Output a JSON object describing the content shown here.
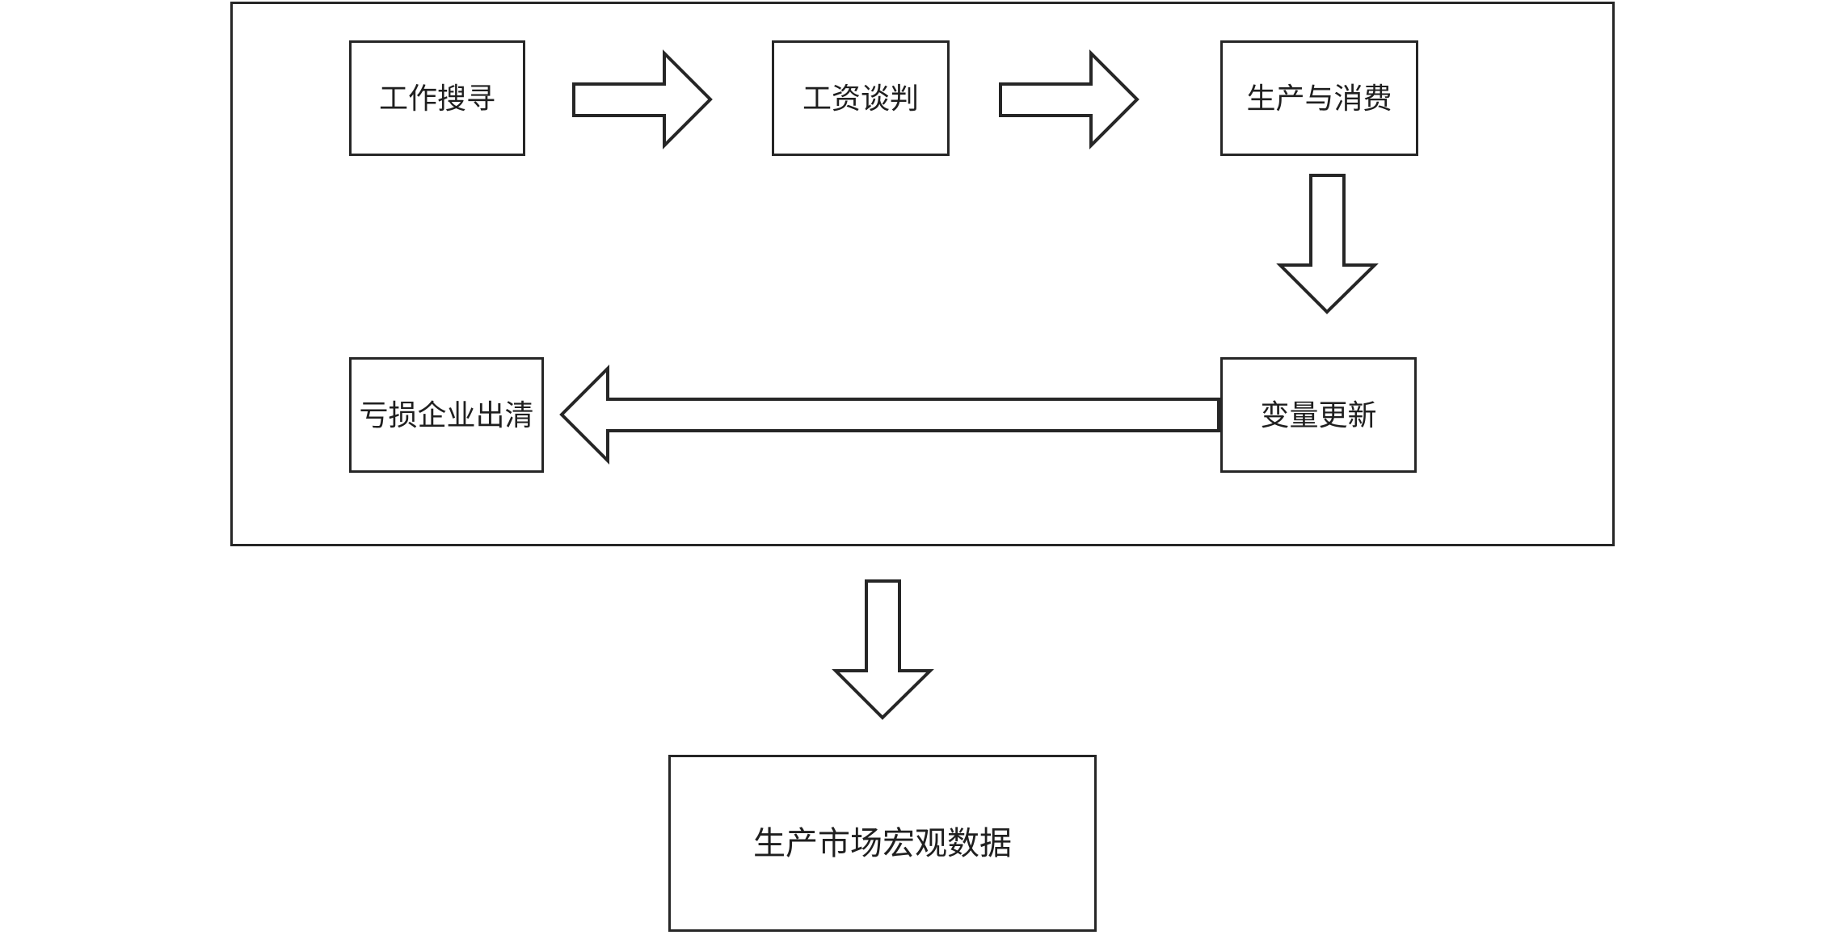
{
  "diagram": {
    "type": "flowchart",
    "colors": {
      "background": "#ffffff",
      "line": "#262626",
      "text": "#1f1f1f"
    },
    "nodes": [
      {
        "id": "job-search",
        "label": "工作搜寻"
      },
      {
        "id": "wage-negotiation",
        "label": "工资谈判"
      },
      {
        "id": "production-and-consumption",
        "label": "生产与消费"
      },
      {
        "id": "variable-update",
        "label": "变量更新"
      },
      {
        "id": "loss-firm-exit",
        "label": "亏损企业出清"
      },
      {
        "id": "production-market-macro-data",
        "label": "生产市场宏观数据"
      }
    ],
    "arrows": [
      {
        "from": "job-search",
        "to": "wage-negotiation",
        "direction": "right"
      },
      {
        "from": "wage-negotiation",
        "to": "production-and-consumption",
        "direction": "right"
      },
      {
        "from": "production-and-consumption",
        "to": "variable-update",
        "direction": "down"
      },
      {
        "from": "variable-update",
        "to": "loss-firm-exit",
        "direction": "left"
      },
      {
        "from": "loop-container",
        "to": "production-market-macro-data",
        "direction": "down"
      }
    ]
  }
}
